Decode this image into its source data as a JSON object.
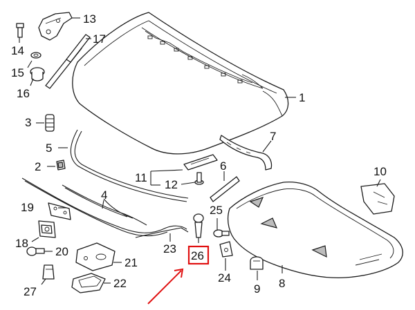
{
  "diagram": {
    "highlight_color": "#e01010",
    "highlighted_part": "26",
    "callouts": [
      {
        "id": "1",
        "text": "1"
      },
      {
        "id": "2",
        "text": "2"
      },
      {
        "id": "3",
        "text": "3"
      },
      {
        "id": "4",
        "text": "4"
      },
      {
        "id": "5",
        "text": "5"
      },
      {
        "id": "6",
        "text": "6"
      },
      {
        "id": "7",
        "text": "7"
      },
      {
        "id": "8",
        "text": "8"
      },
      {
        "id": "9",
        "text": "9"
      },
      {
        "id": "10",
        "text": "10"
      },
      {
        "id": "11",
        "text": "11"
      },
      {
        "id": "12",
        "text": "12"
      },
      {
        "id": "13",
        "text": "13"
      },
      {
        "id": "14",
        "text": "14"
      },
      {
        "id": "15",
        "text": "15"
      },
      {
        "id": "16",
        "text": "16"
      },
      {
        "id": "17",
        "text": "17"
      },
      {
        "id": "18",
        "text": "18"
      },
      {
        "id": "19",
        "text": "19"
      },
      {
        "id": "20",
        "text": "20"
      },
      {
        "id": "21",
        "text": "21"
      },
      {
        "id": "22",
        "text": "22"
      },
      {
        "id": "23",
        "text": "23"
      },
      {
        "id": "24",
        "text": "24"
      },
      {
        "id": "25",
        "text": "25"
      },
      {
        "id": "26",
        "text": "26"
      },
      {
        "id": "27",
        "text": "27"
      }
    ]
  }
}
